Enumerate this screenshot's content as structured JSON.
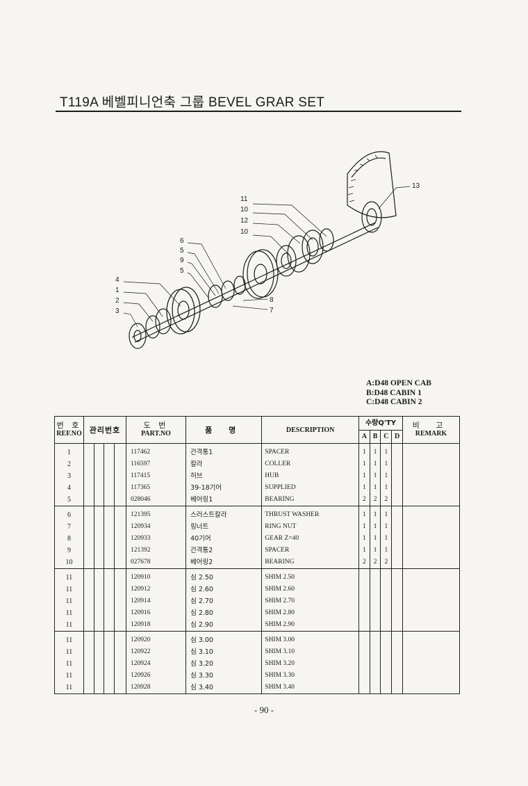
{
  "header": {
    "title": "T119A 베벨피니언축 그룹 BEVEL GRAR SET"
  },
  "diagram": {
    "callouts": [
      "11",
      "10",
      "12",
      "10",
      "6",
      "5",
      "9",
      "5",
      "4",
      "1",
      "2",
      "3",
      "8",
      "7",
      "13"
    ]
  },
  "legend": {
    "lines": [
      "A:D48 OPEN CAB",
      "B:D48 CABIN 1",
      "C:D48 CABIN 2"
    ]
  },
  "table": {
    "headers": {
      "ref_ko": "번 호",
      "ref_en": "REF.NO",
      "mgmt_ko": "관리번호",
      "part_ko": "도 번",
      "part_en": "PART.NO",
      "name_ko": "품 명",
      "desc_en": "DESCRIPTION",
      "qty": "수량Q'TY",
      "qty_cols": [
        "A",
        "B",
        "C",
        "D"
      ],
      "remark_ko": "비 고",
      "remark_en": "REMARK"
    },
    "rows": [
      {
        "ref": "1",
        "part": "117462",
        "kor": "간격통1",
        "desc": "SPACER",
        "a": "1",
        "b": "1",
        "c": "1"
      },
      {
        "ref": "2",
        "part": "116597",
        "kor": "칼라",
        "desc": "COLLER",
        "a": "1",
        "b": "1",
        "c": "1"
      },
      {
        "ref": "3",
        "part": "117415",
        "kor": "허브",
        "desc": "HUB",
        "a": "1",
        "b": "1",
        "c": "1"
      },
      {
        "ref": "4",
        "part": "117365",
        "kor": "39-18기어",
        "desc": "SUPPLIED",
        "a": "1",
        "b": "1",
        "c": "1"
      },
      {
        "ref": "5",
        "part": "028046",
        "kor": "베어링1",
        "desc": "BEARING",
        "a": "2",
        "b": "2",
        "c": "2"
      },
      {
        "ref": "6",
        "part": "121395",
        "kor": "스러스트칼라",
        "desc": "THRUST WASHER",
        "a": "1",
        "b": "1",
        "c": "1"
      },
      {
        "ref": "7",
        "part": "120934",
        "kor": "링너트",
        "desc": "RING NUT",
        "a": "1",
        "b": "1",
        "c": "1"
      },
      {
        "ref": "8",
        "part": "120933",
        "kor": "40기어",
        "desc": "GEAR Z=40",
        "a": "1",
        "b": "1",
        "c": "1"
      },
      {
        "ref": "9",
        "part": "121392",
        "kor": "간격통2",
        "desc": "SPACER",
        "a": "1",
        "b": "1",
        "c": "1"
      },
      {
        "ref": "10",
        "part": "027678",
        "kor": "베어링2",
        "desc": "BEARING",
        "a": "2",
        "b": "2",
        "c": "2"
      },
      {
        "ref": "11",
        "part": "120910",
        "kor": "심 2.50",
        "desc": "SHIM 2.50",
        "a": "",
        "b": "",
        "c": ""
      },
      {
        "ref": "11",
        "part": "120912",
        "kor": "심 2.60",
        "desc": "SHIM 2.60",
        "a": "",
        "b": "",
        "c": ""
      },
      {
        "ref": "11",
        "part": "120914",
        "kor": "심 2.70",
        "desc": "SHIM 2.70",
        "a": "",
        "b": "",
        "c": ""
      },
      {
        "ref": "11",
        "part": "120916",
        "kor": "심 2.80",
        "desc": "SHIM 2.80",
        "a": "",
        "b": "",
        "c": ""
      },
      {
        "ref": "11",
        "part": "120918",
        "kor": "심 2.90",
        "desc": "SHIM 2.90",
        "a": "",
        "b": "",
        "c": ""
      },
      {
        "ref": "11",
        "part": "120920",
        "kor": "심 3.00",
        "desc": "SHIM 3.00",
        "a": "",
        "b": "",
        "c": ""
      },
      {
        "ref": "11",
        "part": "120922",
        "kor": "심 3.10",
        "desc": "SHIM 3.10",
        "a": "",
        "b": "",
        "c": ""
      },
      {
        "ref": "11",
        "part": "120924",
        "kor": "심 3.20",
        "desc": "SHIM 3.20",
        "a": "",
        "b": "",
        "c": ""
      },
      {
        "ref": "11",
        "part": "120926",
        "kor": "심 3.30",
        "desc": "SHIM 3.30",
        "a": "",
        "b": "",
        "c": ""
      },
      {
        "ref": "11",
        "part": "120928",
        "kor": "심 3.40",
        "desc": "SHIM 3.40",
        "a": "",
        "b": "",
        "c": ""
      }
    ]
  },
  "footer": {
    "page": "- 90 -"
  }
}
